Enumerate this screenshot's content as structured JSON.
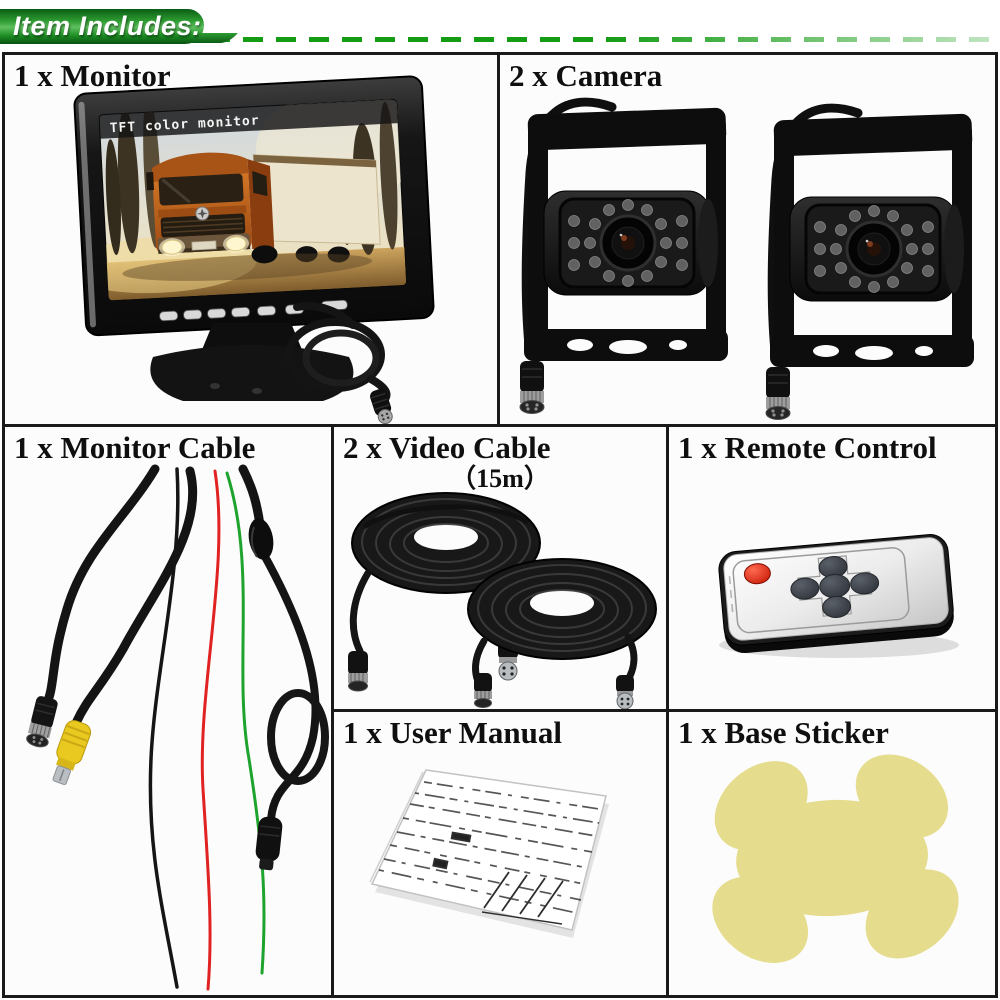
{
  "header": {
    "badge_label": "Item Includes:"
  },
  "panels": {
    "monitor": {
      "label": "1 x Monitor",
      "screen_text": "TFT color monitor"
    },
    "camera": {
      "label": "2 x Camera"
    },
    "monitor_cable": {
      "label": "1 x Monitor Cable"
    },
    "video_cable": {
      "label": "2 x Video Cable",
      "length_note": "（15m）"
    },
    "remote_control": {
      "label": "1 x Remote Control"
    },
    "user_manual": {
      "label": "1 x User Manual"
    },
    "base_sticker": {
      "label": "1 x Base Sticker"
    }
  },
  "colors": {
    "badge_green": "#128a1c",
    "dash_green": "#149c14",
    "panel_border": "#1a1a1a",
    "label_text": "#0f0f0f",
    "sticker_yellow": "#e5dd8d",
    "rca_connector_yellow": "#e9c81f",
    "power_button_red": "#d8281a",
    "wire_red": "#e02222",
    "wire_green": "#1ea32e",
    "truck_orange": "#c2661e"
  }
}
